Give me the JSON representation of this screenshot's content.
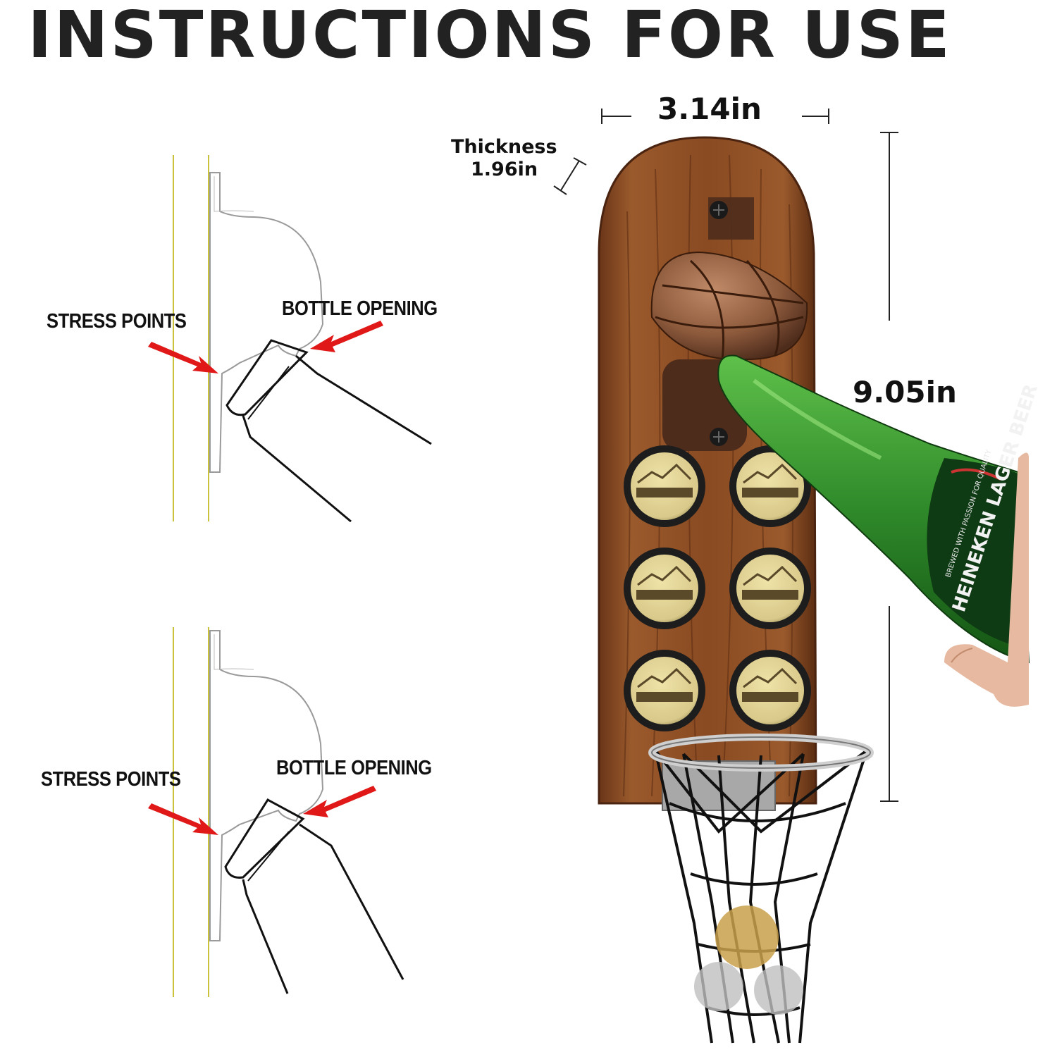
{
  "title": "INSTRUCTIONS FOR USE",
  "diagrams": [
    {
      "stress_label": "STRESS POINTS",
      "opening_label": "BOTTLE OPENING"
    },
    {
      "stress_label": "STRESS POINTS",
      "opening_label": "BOTTLE OPENING"
    }
  ],
  "dimensions": {
    "width": "3.14in",
    "thickness_label": "Thickness",
    "thickness_value": "1.96in",
    "height": "9.05in"
  },
  "bottle": {
    "label_text": "HEINEKEN LAGER BEER",
    "small_text": "BREWED WITH PASSION FOR QUALITY"
  },
  "colors": {
    "wood": "#8a4a22",
    "wood_dark": "#5a2c12",
    "bronze": "#8d5a3c",
    "bottle_green": "#2f8a2a",
    "cap_gold": "#d9c98a",
    "arrow_red": "#e01818",
    "guide_yellow": "#c9c23a"
  }
}
